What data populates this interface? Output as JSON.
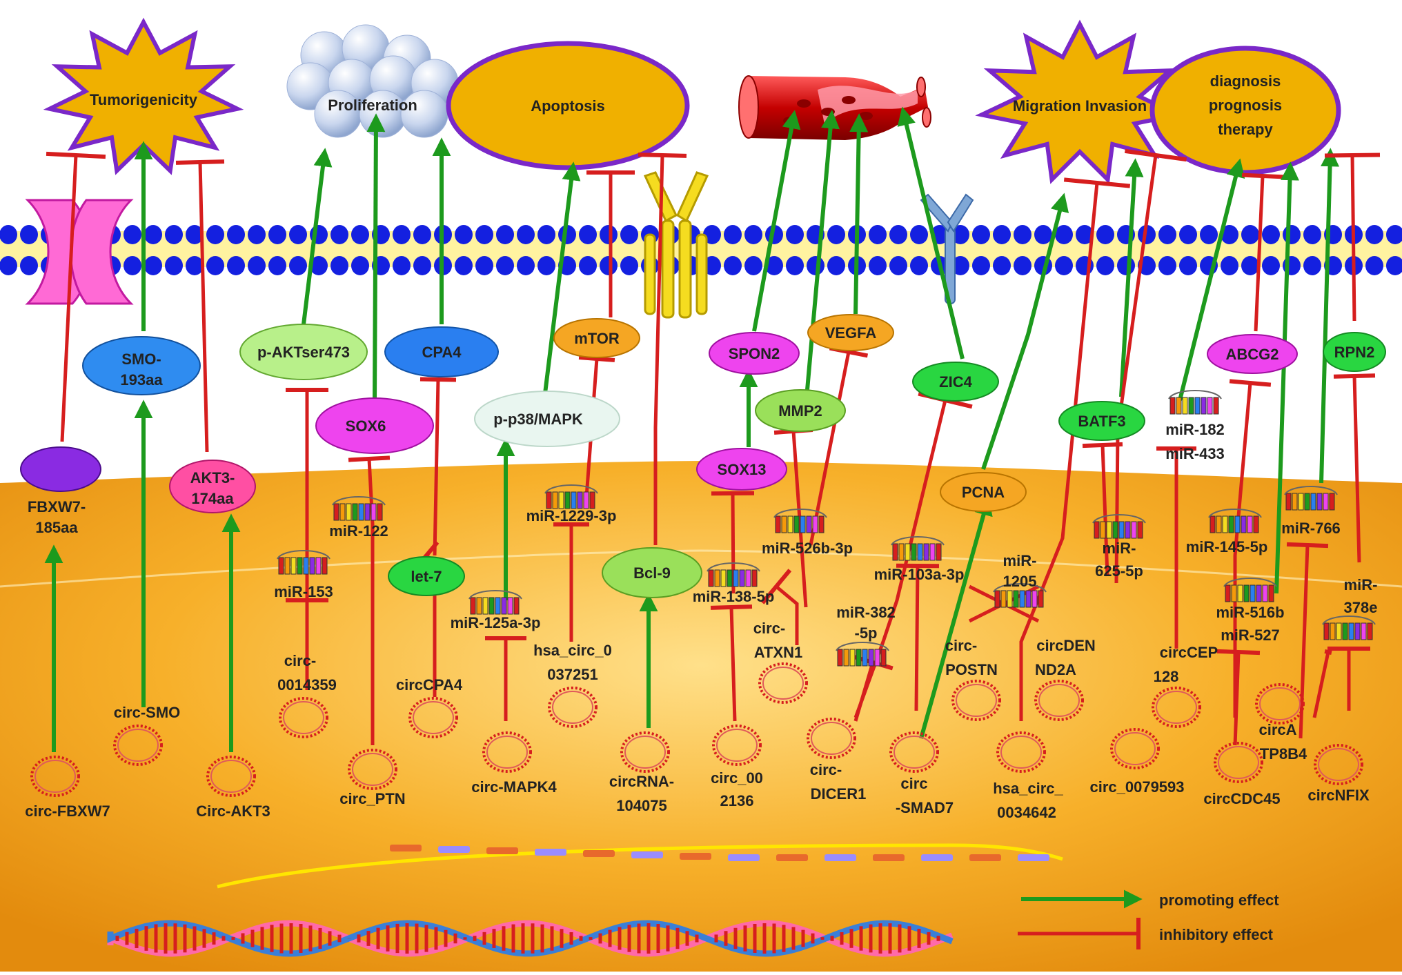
{
  "outcomes": {
    "tumorigenicity": "Tumorigenicity",
    "proliferation": "Proliferation",
    "apoptosis": "Apoptosis",
    "migration_invasion": "Migration Invasion",
    "diagnosis": [
      "diagnosis",
      "prognosis",
      "therapy"
    ]
  },
  "proteins": {
    "fbxw7_185aa": [
      "FBXW7-",
      "185aa"
    ],
    "smo_193aa": [
      "SMO-",
      "193aa"
    ],
    "akt3_174aa": [
      "AKT3-",
      "174aa"
    ],
    "p_aktser473": "p-AKTser473",
    "sox6": "SOX6",
    "cpa4": "CPA4",
    "let7": "let-7",
    "p_p38_mapk": "p-p38/MAPK",
    "mtor": "mTOR",
    "bcl9": "Bcl-9",
    "spon2": "SPON2",
    "vegfa": "VEGFA",
    "mmp2": "MMP2",
    "sox13": "SOX13",
    "zic4": "ZIC4",
    "pcna": "PCNA",
    "batf3": "BATF3",
    "abcg2": "ABCG2",
    "rpn2": "RPN2"
  },
  "mirnas": {
    "mir_153": "miR-153",
    "mir_122": "miR-122",
    "mir_125a_3p": "miR-125a-3p",
    "mir_1229_3p": "miR-1229-3p",
    "mir_138_5p": "miR-138-5p",
    "mir_526b_3p": "miR-526b-3p",
    "mir_103a_3p": "miR-103a-3p",
    "mir_382_5p": [
      "miR-382",
      "-5p"
    ],
    "mir_1205": [
      "miR-",
      "1205"
    ],
    "mir_625_5p": [
      "miR-",
      "625-5p"
    ],
    "mir_182_433": [
      "miR-182",
      "miR-433"
    ],
    "mir_145_5p": "miR-145-5p",
    "mir_516b_527": [
      "miR-516b",
      "miR-527"
    ],
    "mir_766": "miR-766",
    "mir_378e": [
      "miR-",
      "378e"
    ]
  },
  "circrnas": {
    "circ_fbxw7": "circ-FBXW7",
    "circ_smo": "circ-SMO",
    "circ_akt3": "Circ-AKT3",
    "circ_0014359": [
      "circ-",
      "0014359"
    ],
    "circ_ptn": "circ_PTN",
    "circcpa4": "circCPA4",
    "circ_mapk4": "circ-MAPK4",
    "hsa_circ_0037251": [
      "hsa_circ_0",
      "037251"
    ],
    "circrna_104075": [
      "circRNA-",
      "104075"
    ],
    "circ_002136": [
      "circ_00",
      "2136"
    ],
    "circ_atxn1": [
      "circ-",
      "ATXN1"
    ],
    "circ_dicer1": [
      "circ-",
      "DICER1"
    ],
    "circ_smad7": [
      "circ",
      "-SMAD7"
    ],
    "circ_postn": [
      "circ-",
      "POSTN"
    ],
    "hsa_circ_0034642": [
      "hsa_circ_",
      "0034642"
    ],
    "circdennd2a": [
      "circDEN",
      "ND2A"
    ],
    "circ_0079593": "circ_0079593",
    "circcep128": [
      "circCEP",
      "128"
    ],
    "circcdc45": "circCDC45",
    "circatp8b4": [
      "circA",
      "TP8B4"
    ],
    "circnfix": "circNFIX"
  },
  "legend": {
    "promoting": "promoting effect",
    "inhibitory": "inhibitory effect"
  },
  "colors": {
    "promote": "#1d9a1d",
    "inhibit": "#d61e1e",
    "burst_fill": "#f0b000",
    "burst_stroke": "#7a28c8",
    "cell": "#f5a623"
  }
}
